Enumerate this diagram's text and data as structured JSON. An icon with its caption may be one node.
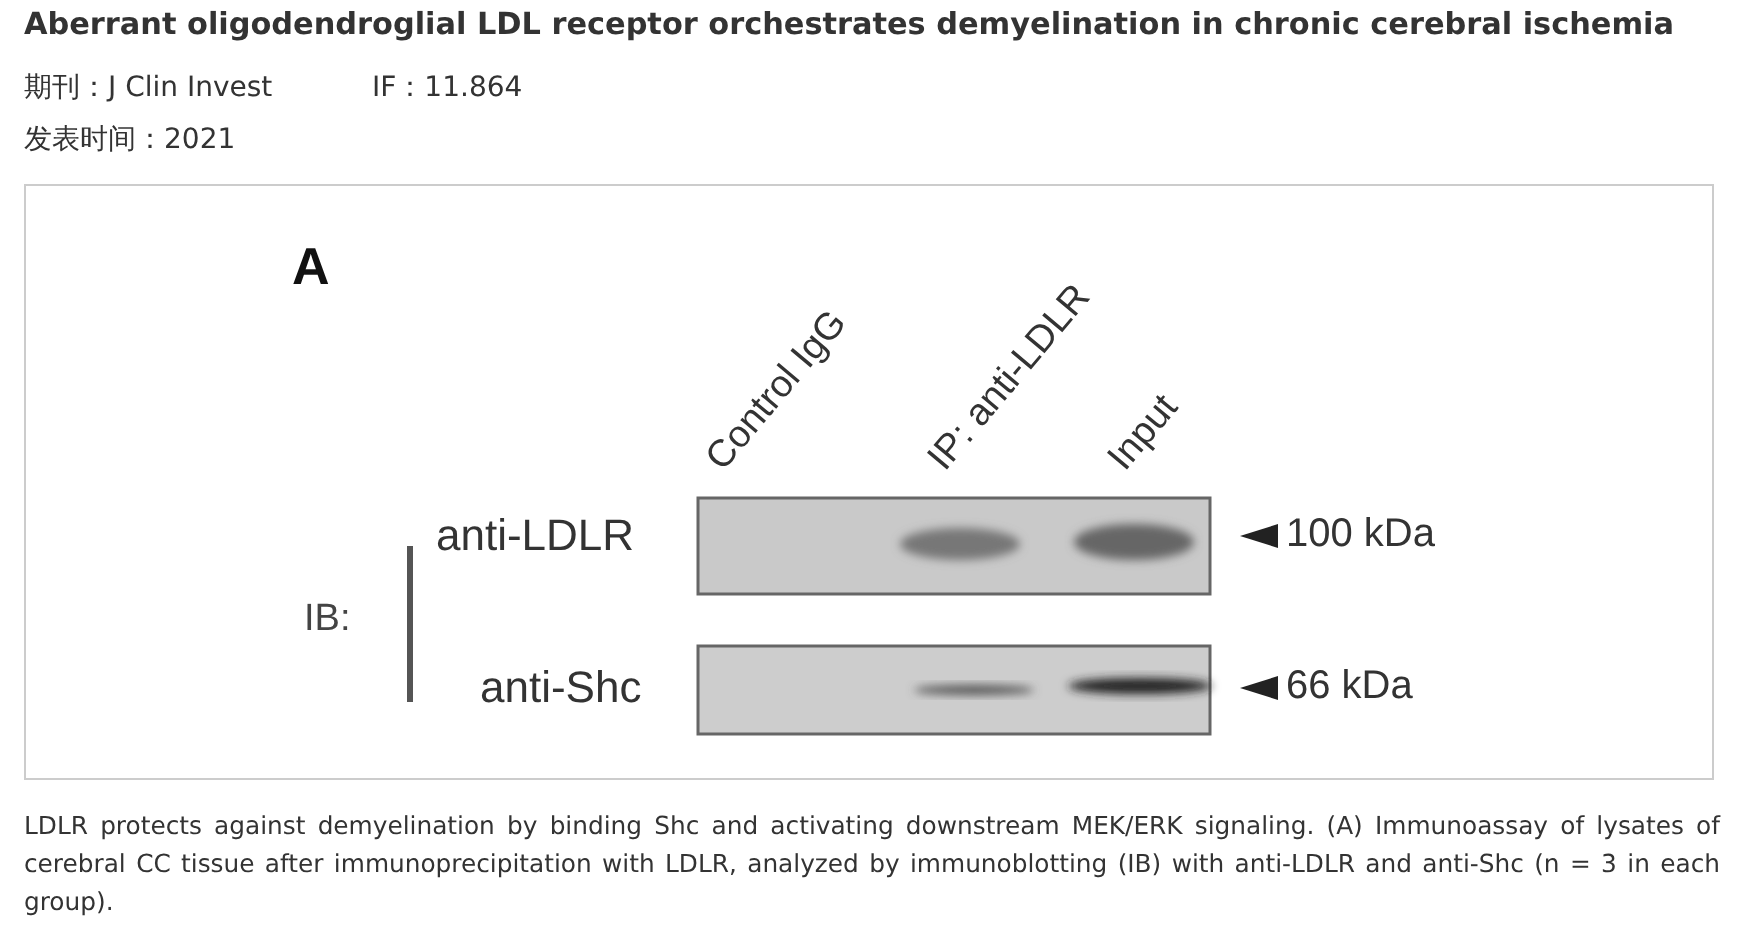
{
  "diagram": {
    "title": "Aberrant oligodendroglial LDL receptor orchestrates demyelination in chronic cerebral ischemia",
    "caption": "LDLR protects against demyelination by binding Shc and activating downstream MEK/ERK signaling. (A) Immunoassay of lysates of cerebral CC tissue after immunoprecipitation with LDLR, analyzed by immunoblotting (IB) with anti-LDLR and anti-Shc (n = 3 in each group).",
    "labels": [
      "期刊：J Clin Invest",
      "IF：11.864",
      "发表时间：2021",
      "A",
      "Control IgG",
      "IP: anti-LDLR",
      "Input",
      "anti-LDLR",
      "100 kDa",
      "IB:",
      "anti-Shc",
      "66 kDa"
    ]
  }
}
